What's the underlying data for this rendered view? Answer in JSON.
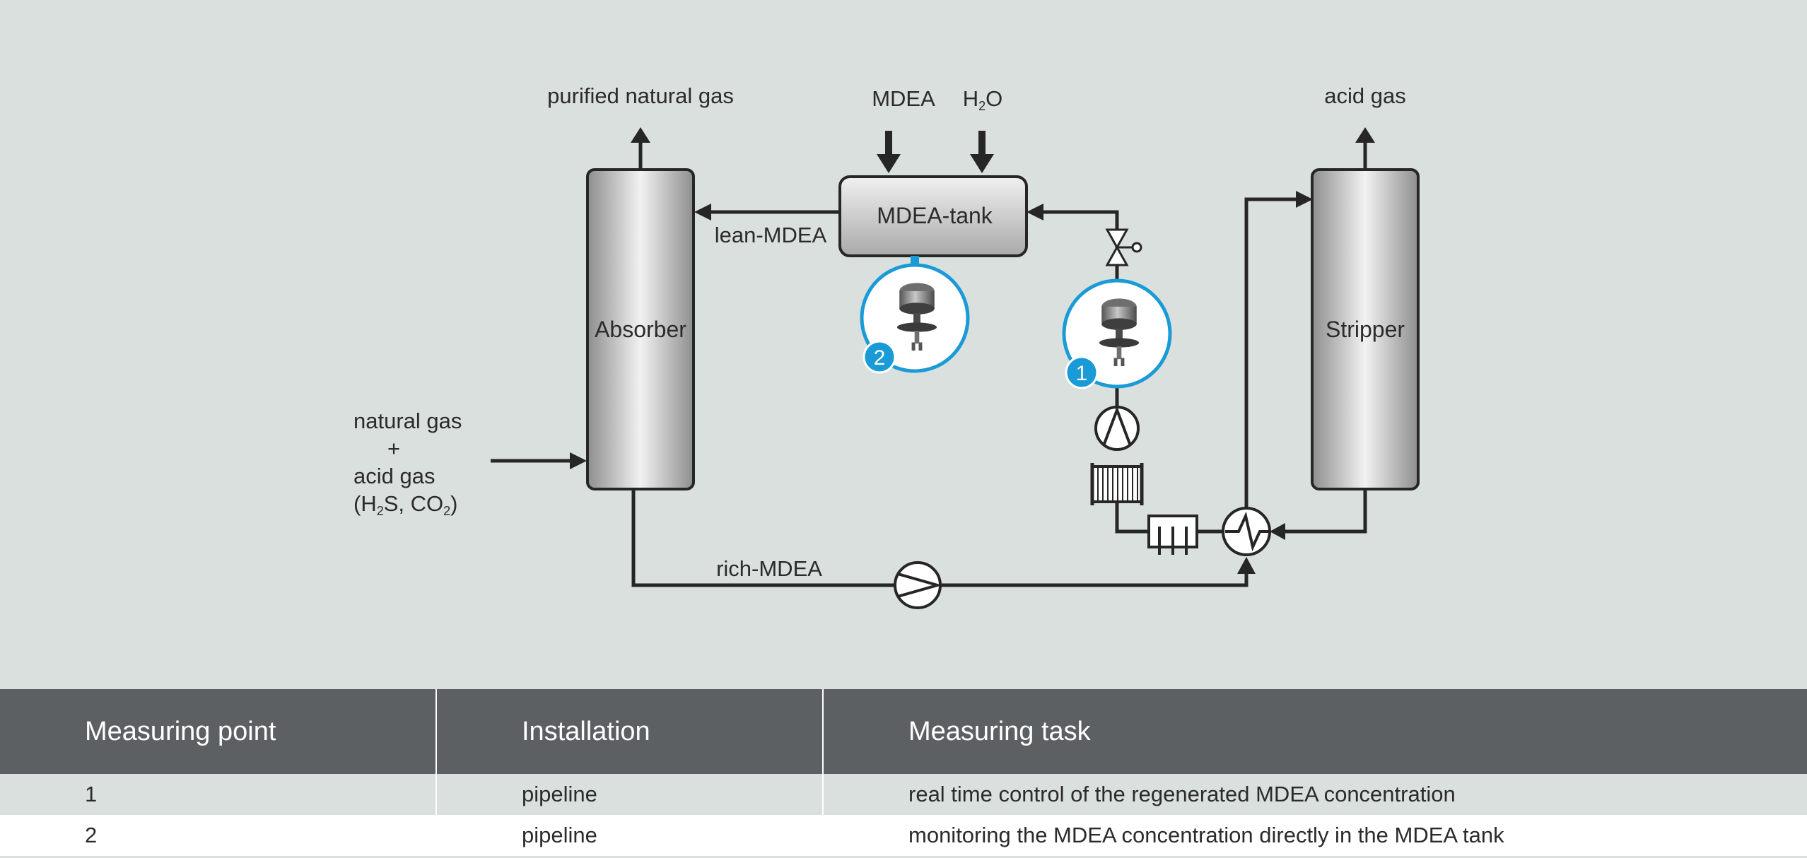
{
  "diagram": {
    "labels": {
      "purified_gas": "purified natural gas",
      "mdea": "MDEA",
      "h2o_main": "H",
      "h2o_sub": "2",
      "h2o_end": "O",
      "acid_gas_top": "acid gas",
      "mdea_tank": "MDEA-tank",
      "lean_mdea": "lean-MDEA",
      "absorber": "Absorber",
      "stripper": "Stripper",
      "feed_line1": "natural gas",
      "feed_line2": "+",
      "feed_line3": "acid gas",
      "feed_h2s_open": "(H",
      "feed_h2s_sub": "2",
      "feed_h2s_mid": "S, CO",
      "feed_co2_sub": "2",
      "feed_close": ")",
      "rich_mdea": "rich-MDEA"
    },
    "badges": {
      "point1": "1",
      "point2": "2"
    },
    "icons": [
      "pump-icon",
      "valve-icon",
      "heat-exchanger-icon",
      "cooler-icon",
      "filter-icon",
      "sensor-icon"
    ],
    "colors": {
      "accent": "#1a9ad6",
      "line": "#262626",
      "background": "#d9e0de"
    }
  },
  "table": {
    "headers": [
      "Measuring point",
      "Installation",
      "Measuring task"
    ],
    "rows": [
      [
        "1",
        "pipeline",
        "real time control of the regenerated MDEA concentration"
      ],
      [
        "2",
        "pipeline",
        "monitoring the MDEA concentration directly in the MDEA tank"
      ]
    ]
  }
}
